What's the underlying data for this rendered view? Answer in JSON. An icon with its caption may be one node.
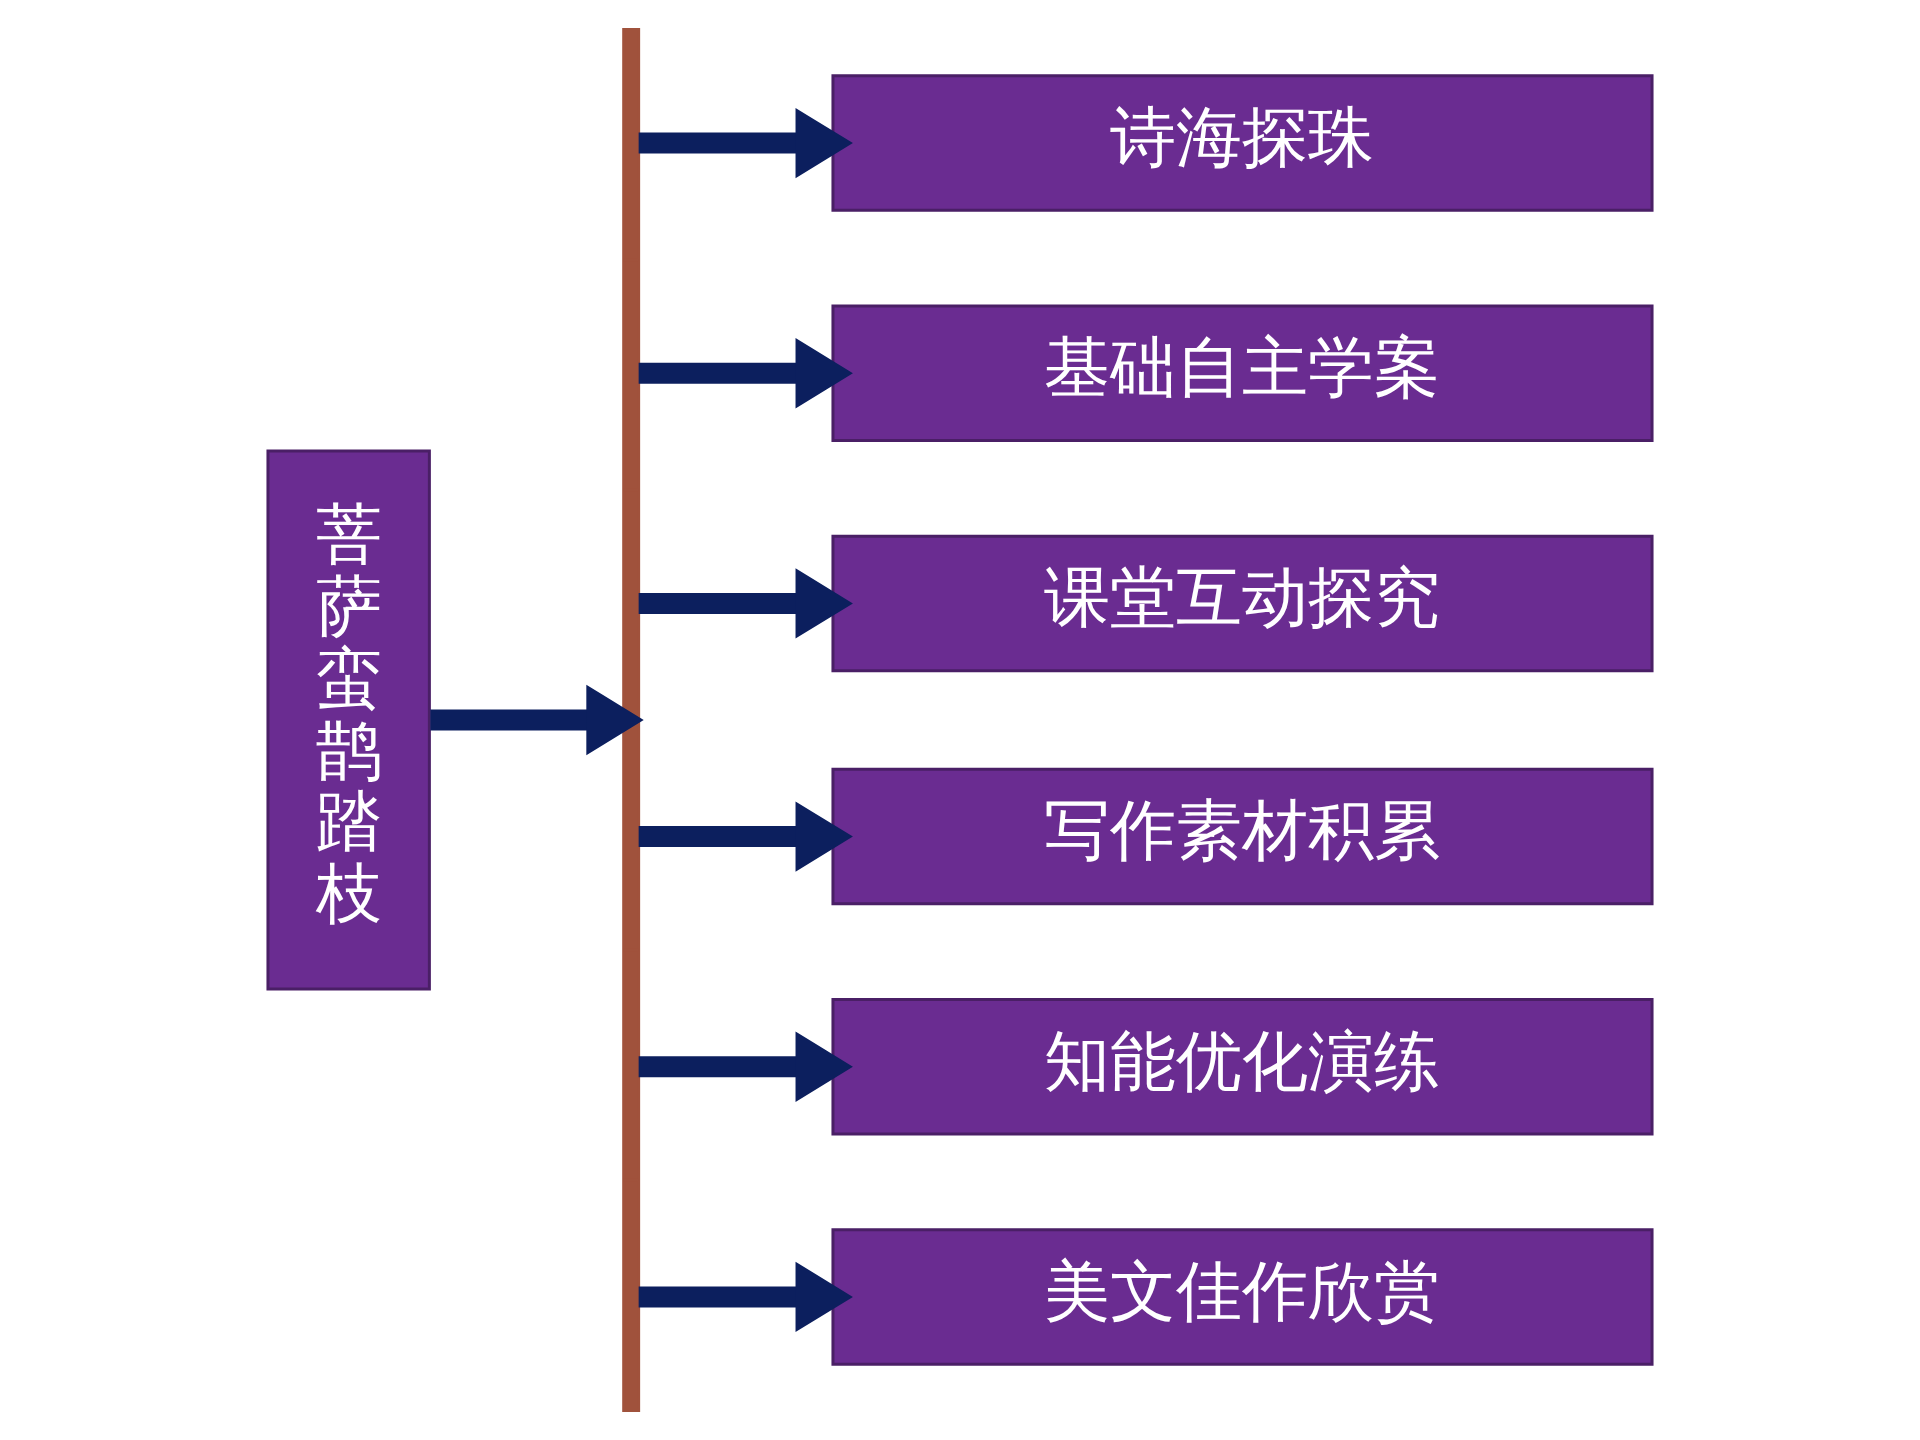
{
  "diagram": {
    "nodes": [
      {
        "text": [
          "菩萨蛮鹊踏枝"
        ]
      },
      {
        "text": [],
        "shape": "bar"
      },
      {
        "text": [
          "诗海探珠"
        ]
      },
      {
        "text": [
          "基础自主学案"
        ]
      },
      {
        "text": [
          "课堂互动探究"
        ]
      },
      {
        "text": [
          "写作素材积累"
        ]
      },
      {
        "text": [
          "知能优化演练"
        ]
      },
      {
        "text": [
          "美文佳作欣赏"
        ]
      }
    ],
    "edges": [
      {
        "from": 0,
        "to": 1,
        "arrow": "to"
      },
      {
        "from": 1,
        "to": 2,
        "arrow": "to"
      },
      {
        "from": 1,
        "to": 3,
        "arrow": "to"
      },
      {
        "from": 1,
        "to": 4,
        "arrow": "to"
      },
      {
        "from": 1,
        "to": 5,
        "arrow": "to"
      },
      {
        "from": 1,
        "to": 6,
        "arrow": "to"
      },
      {
        "from": 1,
        "to": 7,
        "arrow": "to"
      }
    ]
  }
}
